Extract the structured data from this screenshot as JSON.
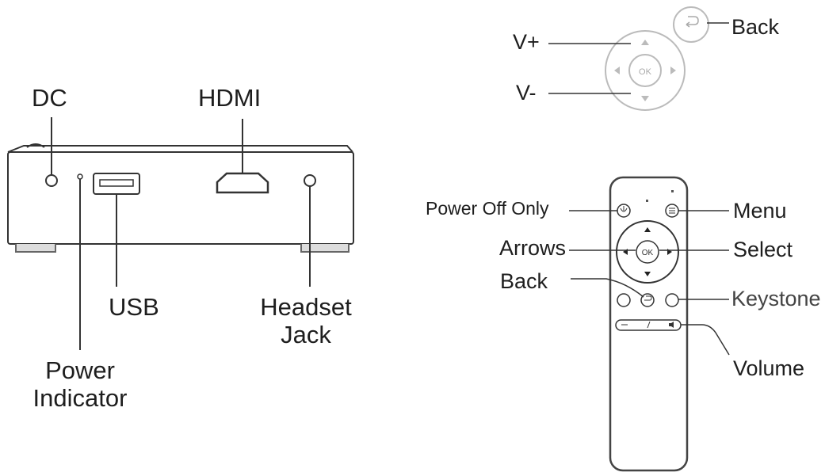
{
  "projector": {
    "labels": {
      "dc": "DC",
      "hdmi": "HDMI",
      "usb": "USB",
      "headset_jack": [
        "Headset",
        "Jack"
      ],
      "power_indicator": [
        "Power",
        "Indicator"
      ]
    }
  },
  "dpad": {
    "labels": {
      "volume_up": "V+",
      "volume_down": "V-",
      "back": "Back"
    },
    "ok_text": "OK"
  },
  "remote": {
    "labels": {
      "power_off_only": "Power Off Only",
      "menu": "Menu",
      "arrows": "Arrows",
      "select": "Select",
      "back": "Back",
      "keystone": "Keystone",
      "volume": "Volume"
    },
    "ok_text": "OK"
  },
  "colors": {
    "line": "#333333",
    "light_line": "#aaaaaa",
    "text": "#1e1e1e"
  }
}
